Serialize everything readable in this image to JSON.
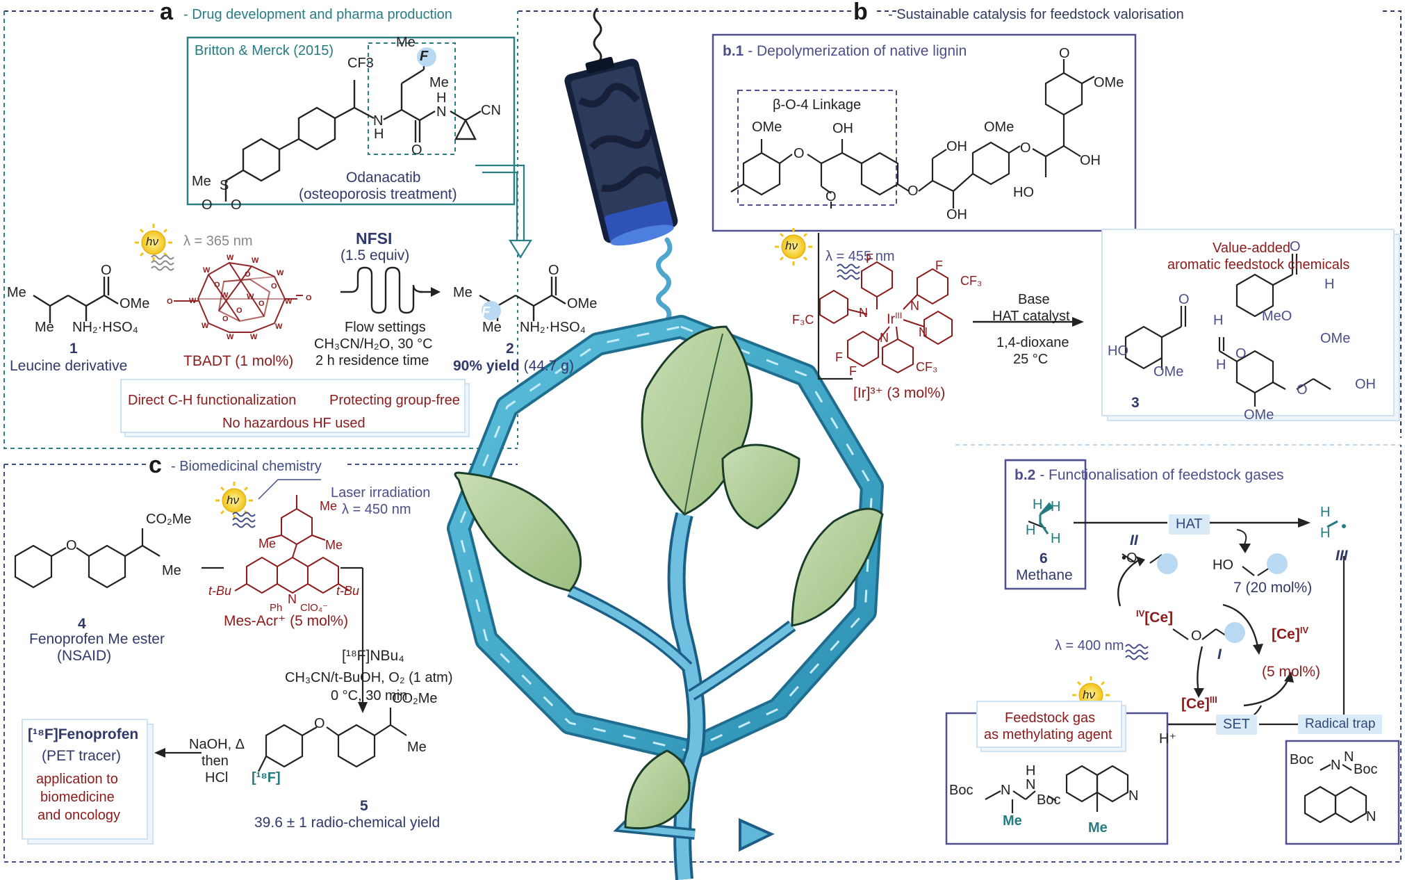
{
  "panel_a": {
    "letter": "a",
    "title": "- Drug development and pharma production",
    "ref_box": {
      "title": "Britton & Merck (2015)",
      "drug_name": "Odanacatib",
      "drug_use": "(osteoporosis treatment)",
      "atoms": {
        "cf3": "CF3",
        "f": "F",
        "me1": "Me",
        "me2": "Me",
        "h": "H",
        "nh": "N",
        "cn": "CN",
        "o": "O",
        "s": "S",
        "me_s": "Me",
        "o1": "O",
        "o2": "O",
        "h2": "H",
        "n2": "N"
      }
    },
    "hv": "hν",
    "wavelength": "λ = 365 nm",
    "reagent": "NFSI",
    "reagent_equiv": "(1.5 equiv)",
    "compound1": {
      "number": "1",
      "name": "Leucine derivative",
      "me1": "Me",
      "me2": "Me",
      "ome": "OMe",
      "o": "O",
      "salt": "NH₂·HSO₄"
    },
    "catalyst": "TBADT (1 mol%)",
    "conditions": [
      "Flow settings",
      "CH₃CN/H₂O, 30 °C",
      "2 h residence time"
    ],
    "compound2": {
      "number": "2",
      "yield_bold": "90% yield",
      "yield_rest": "(44.7 g)",
      "me1": "Me",
      "me2": "Me",
      "f": "F",
      "ome": "OMe",
      "o": "O",
      "salt": "NH₂·HSO₄"
    },
    "benefits": [
      "Direct C-H functionalization",
      "Protecting group-free",
      "No hazardous HF used"
    ]
  },
  "panel_b": {
    "letter": "b",
    "title": "- Sustainable catalysis for feedstock valorisation",
    "b1": {
      "title_bold": "b.1",
      "title_rest": "- Depolymerization of native lignin",
      "linkage": "β-O-4 Linkage",
      "labels": {
        "ome1": "OMe",
        "ome2": "OMe",
        "ome3": "OMe",
        "oh1": "OH",
        "oh2": "OH",
        "oh3": "OH",
        "oh4": "OH",
        "ho": "HO",
        "o1": "O",
        "o2": "O",
        "o3": "O",
        "o4": "O",
        "o5": "O"
      }
    },
    "hv": "hν",
    "wavelength": "λ = 455 nm",
    "ir_catalyst": "[Ir]³⁺ (3 mol%)",
    "ir_labels": {
      "f1": "F",
      "f2": "F",
      "f3": "F",
      "f4": "F",
      "cf3a": "CF₃",
      "cf3b": "F₃C",
      "cf3c": "CF₃",
      "ir": "Ir",
      "irox": "III",
      "n1": "N",
      "n2": "N",
      "n3": "N",
      "n4": "N"
    },
    "conditions": [
      "Base",
      "HAT catalyst",
      "1,4-dioxane",
      "25 °C"
    ],
    "products": {
      "title1": "Value-added",
      "title2": "aromatic feedstock chemicals",
      "number": "3",
      "labels": {
        "o1": "O",
        "h1": "H",
        "ho": "HO",
        "ome1": "OMe",
        "o2": "O",
        "h2": "H",
        "meo": "MeO",
        "ome2": "OMe",
        "o3": "O",
        "h3": "H",
        "ome3": "OMe",
        "o4": "O",
        "oh": "OH"
      }
    },
    "b2": {
      "title_bold": "b.2",
      "title_rest": "- Functionalisation of feedstock gases",
      "methane_number": "6",
      "methane_name": "Methane",
      "methane_h": [
        "H",
        "H",
        "H",
        "H"
      ],
      "hat": "HAT",
      "radical_number": "III",
      "radical_h": [
        "H",
        "H"
      ],
      "int2": "II",
      "int2_o": "O",
      "cmpd7_ho": "HO",
      "cmpd7": "7 (20 mol%)",
      "ce_iv_left": "[Ce]",
      "ce_iv_left_sup": "IV",
      "int1_o": "O",
      "int1": "I",
      "ce_iv_right": "[Ce]",
      "ce_iv_right_sup": "IV",
      "ce_loading": "(5 mol%)",
      "ce_iii": "[Ce]",
      "ce_iii_sup": "III",
      "wavelength": "λ = 400 nm",
      "hv": "hν",
      "set": "SET",
      "h_plus": "H⁺",
      "radical_trap": "Radical trap",
      "feed_box1": "Feedstock gas",
      "feed_box2": "as methylating agent",
      "prod_labels": {
        "boc1": "Boc",
        "boc2": "Boc",
        "n1": "N",
        "n2": "N",
        "h": "H",
        "me1": "Me",
        "me2": "Me",
        "n3": "N"
      },
      "trap_labels": {
        "boc1": "Boc",
        "boc2": "Boc",
        "n1": "N",
        "n2": "N",
        "n3": "N"
      }
    }
  },
  "panel_c": {
    "letter": "c",
    "title": "- Biomedicinal chemistry",
    "hv": "hν",
    "irradiation": "Laser irradiation",
    "wavelength": "λ = 450 nm",
    "compound4": {
      "number": "4",
      "name": "Fenoprofen Me ester",
      "class": "(NSAID)",
      "co2me": "CO₂Me",
      "me": "Me",
      "o": "O"
    },
    "catalyst": "Mes-Acr⁺ (5 mol%)",
    "cat_labels": {
      "me1": "Me",
      "me2": "Me",
      "me3": "Me",
      "tbu1": "t-Bu",
      "tbu2": "t-Bu",
      "ph": "Ph",
      "n": "N",
      "clo4": "ClO₄⁻"
    },
    "reagent": "[¹⁸F]NBu₄",
    "conditions": [
      "CH₃CN/t-BuOH, O₂ (1 atm)",
      "0 °C, 30 min"
    ],
    "compound5": {
      "number": "5",
      "yield": "39.6 ± 1 radio-chemical yield",
      "co2me": "CO₂Me",
      "me": "Me",
      "o": "O",
      "f18": "[¹⁸F]"
    },
    "hydrolysis": [
      "NaOH, Δ",
      "then",
      "HCl"
    ],
    "product": {
      "name": "[¹⁸F]Fenoprofen",
      "type": "(PET tracer)",
      "app1": "application to",
      "app2": "biomedicine",
      "app3": "and oncology"
    }
  },
  "colors": {
    "teal": "#247c80",
    "navy": "#2f3a6b",
    "purple": "#4f4f8f",
    "red": "#8b1a1a",
    "badge": "#dbeaf7",
    "sun": "#f5c518",
    "leaf": "#a9c98a",
    "ring": "#3aa6c4"
  },
  "icons": [
    "sun-icon",
    "battery-icon",
    "leaf-icon",
    "arrow-icon",
    "wavy-light-icon"
  ]
}
